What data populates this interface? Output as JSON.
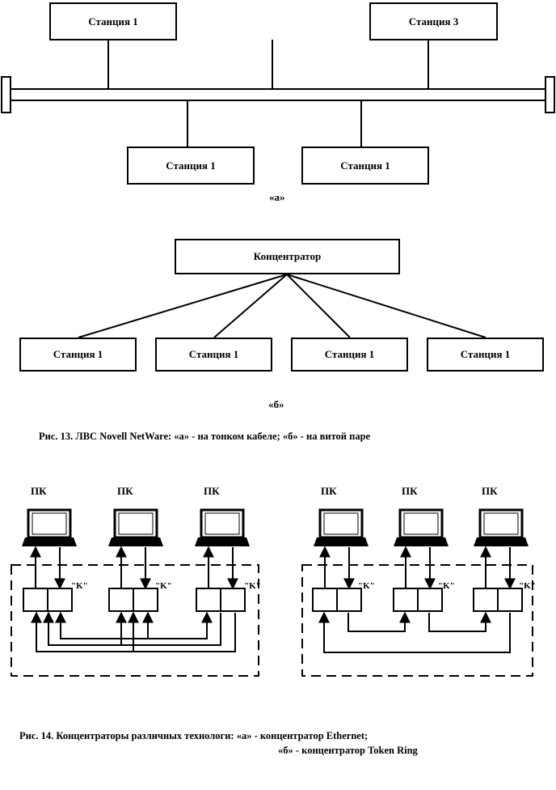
{
  "fig13": {
    "bus": {
      "top_stations": [
        "Станция 1",
        "Станция 3"
      ],
      "bottom_stations": [
        "Станция 1",
        "Станция 1"
      ],
      "label": "«а»"
    },
    "star": {
      "hub": "Концентратор",
      "stations": [
        "Станция 1",
        "Станция 1",
        "Станция 1",
        "Станция 1"
      ],
      "label": "«б»"
    },
    "caption": "Рис. 13. ЛВС Novell NetWare: «а» - на тонком кабеле; «б» - на витой паре"
  },
  "fig14": {
    "pc_label": "ПК",
    "port_label": "\"K\"",
    "caption_line1": "Рис. 14. Концентраторы различных технологи: «а» - концентратор Ethernet;",
    "caption_line2": "«б» - концентратор Token Ring"
  }
}
